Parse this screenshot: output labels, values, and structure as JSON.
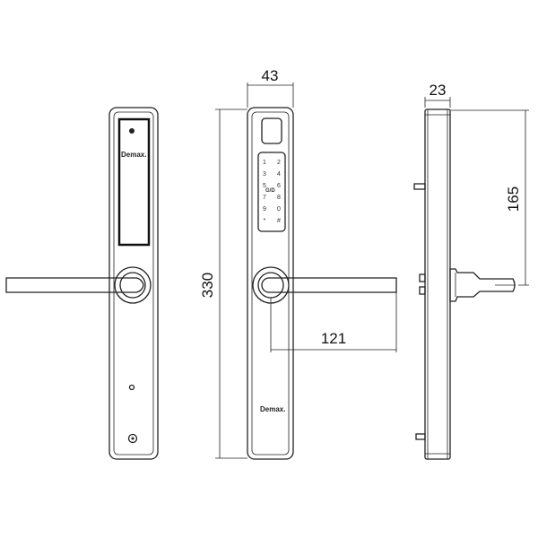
{
  "brand": "Demax.",
  "dimensions": {
    "width": "43",
    "height": "330",
    "lever_length": "121",
    "depth": "23",
    "handle_height": "165"
  },
  "keypad": [
    "1",
    "2",
    "3",
    "4",
    "5",
    "6",
    "7",
    "8",
    "9",
    "0",
    "*",
    "#"
  ],
  "keypad_badge": "G/D",
  "colors": {
    "line": "#222222",
    "panel": "#111111"
  }
}
